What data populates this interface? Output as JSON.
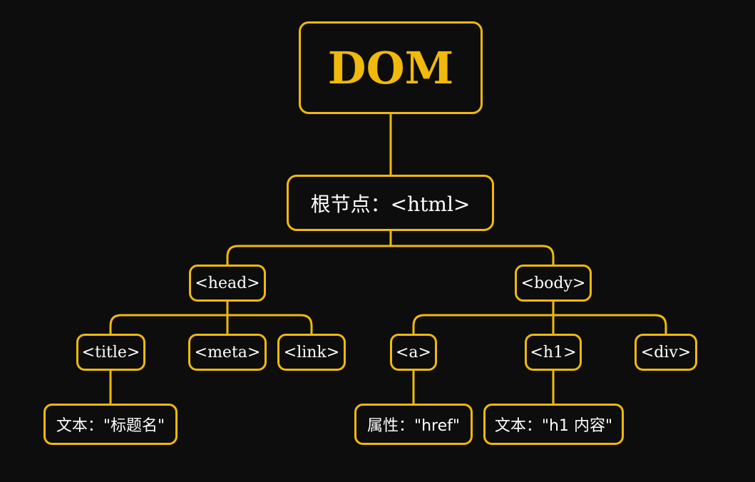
{
  "colors": {
    "accent": "#f0b90b",
    "background": "#0d0d0d",
    "text": "#ffffff"
  },
  "tree": {
    "root": "DOM",
    "html": "根节点：<html>",
    "head": "<head>",
    "body": "<body>",
    "title": "<title>",
    "meta": "<meta>",
    "link": "<link>",
    "a": "<a>",
    "h1": "<h1>",
    "div": "<div>",
    "title_text": "文本：\"标题名\"",
    "a_attr": "属性：\"href\"",
    "h1_text": "文本：\"h1 内容\""
  }
}
